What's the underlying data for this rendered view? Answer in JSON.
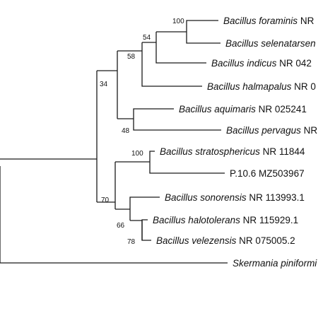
{
  "tree": {
    "leaves": [
      {
        "id": "foraminis",
        "genus": "Bacillus",
        "epithet": "foraminis",
        "accession": "NR",
        "italic": true
      },
      {
        "id": "selenatarsenatis",
        "genus": "Bacillus",
        "epithet": "selenatarsen",
        "accession": "",
        "italic": true
      },
      {
        "id": "indicus",
        "genus": "Bacillus",
        "epithet": "indicus",
        "accession": "NR 042",
        "italic": true
      },
      {
        "id": "halmapalus",
        "genus": "Bacillus",
        "epithet": "halmapalus",
        "accession": "NR 0",
        "italic": true
      },
      {
        "id": "aquimaris",
        "genus": "Bacillus",
        "epithet": "aquimaris",
        "accession": "NR 025241",
        "italic": true
      },
      {
        "id": "pervagus",
        "genus": "Bacillus",
        "epithet": "pervagus",
        "accession": "NR",
        "italic": true
      },
      {
        "id": "stratosphericus",
        "genus": "Bacillus",
        "epithet": "stratosphericus",
        "accession": "NR 11844",
        "italic": true
      },
      {
        "id": "p106",
        "label": "P.10.6 MZ503967",
        "italic": false
      },
      {
        "id": "sonorensis",
        "genus": "Bacillus",
        "epithet": "sonorensis",
        "accession": "NR 113993.1",
        "italic": true
      },
      {
        "id": "halotolerans",
        "genus": "Bacillus",
        "epithet": "halotolerans",
        "accession": "NR 115929.1",
        "italic": true
      },
      {
        "id": "velezensis",
        "genus": "Bacillus",
        "epithet": "velezensis",
        "accession": "NR 075005.2",
        "italic": true
      },
      {
        "id": "skermania",
        "genus": "Skermania",
        "epithet": "piniformi",
        "accession": "",
        "italic": true
      }
    ],
    "bootstrap": {
      "foraminis_selenatarsenatis": "100",
      "plus_indicus": "54",
      "plus_halmapalus": "58",
      "aquimaris_pervagus": "48",
      "bacillus_group_a": "34",
      "stratosphericus_p106": "100",
      "halotolerans_velezensis": "78",
      "plus_sonorensis": "66",
      "bacillus_group_b": "70"
    }
  }
}
